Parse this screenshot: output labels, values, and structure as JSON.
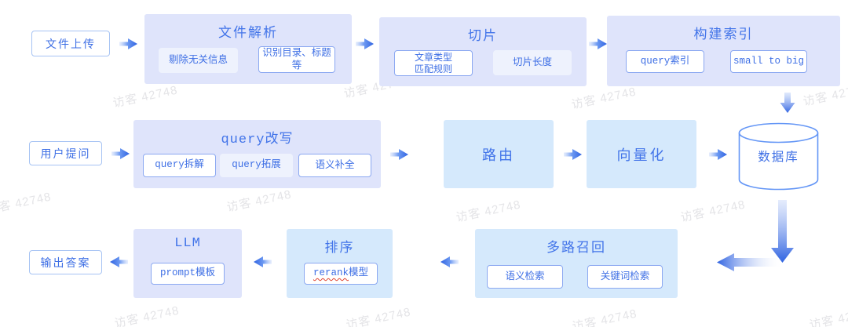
{
  "watermark": {
    "text": "访客 42748"
  },
  "colors": {
    "block_lavender": "#dfe4fb",
    "block_lightblue": "#d5e9fc",
    "sub_tint": "#eef2fd",
    "sub_border": "#8ba8f1",
    "node_border": "#a6c3f3",
    "text_blue": "#3e6fe5",
    "title_blue": "#4274e9",
    "arrow_dark": "#2f63e2",
    "arrow_light": "#b9cdf8",
    "cylinder_stroke": "#6496f6",
    "spellcheck_red": "#e0432f",
    "watermark_gray": "#e4e4e7"
  },
  "row1": {
    "start": {
      "label": "文件上传"
    },
    "blocks": [
      {
        "title": "文件解析",
        "subs": [
          {
            "label": "剔除无关信息"
          },
          {
            "label": "识别目录、标题\n等"
          }
        ]
      },
      {
        "title": "切片",
        "subs": [
          {
            "label": "文章类型\n匹配规则"
          },
          {
            "label": "切片长度"
          }
        ]
      },
      {
        "title": "构建索引",
        "subs": [
          {
            "label": "query索引"
          },
          {
            "label": "small to big"
          }
        ]
      }
    ]
  },
  "row2": {
    "start": {
      "label": "用户提问"
    },
    "rewrite": {
      "title": "query改写",
      "subs": [
        {
          "label": "query拆解"
        },
        {
          "label": "query拓展"
        },
        {
          "label": "语义补全"
        }
      ]
    },
    "route": {
      "title": "路由"
    },
    "vectorize": {
      "title": "向量化"
    },
    "database": {
      "title": "数据库"
    }
  },
  "row3": {
    "output": {
      "label": "输出答案"
    },
    "llm": {
      "title": "LLM",
      "subs": [
        {
          "label": "prompt模板"
        }
      ]
    },
    "rank": {
      "title": "排序",
      "sub_latin": "rerank",
      "sub_cjk": "模型"
    },
    "recall": {
      "title": "多路召回",
      "subs": [
        {
          "label": "语义检索"
        },
        {
          "label": "关键词检索"
        }
      ]
    }
  }
}
